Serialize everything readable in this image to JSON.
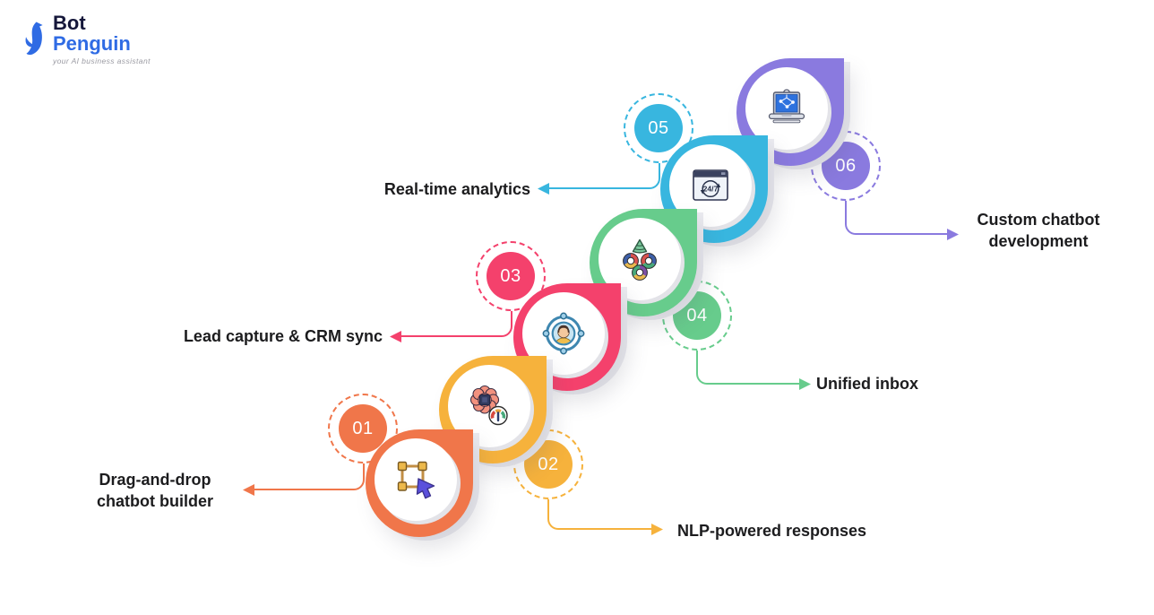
{
  "logo": {
    "bot": "Bot",
    "penguin": "Penguin",
    "tagline": "your AI business assistant",
    "brand_blue": "#2F6BE4",
    "brand_dark": "#15173A"
  },
  "steps": [
    {
      "number": "01",
      "label": "Drag-and-drop chatbot builder",
      "label_lines": [
        "Drag-and-drop",
        "chatbot builder"
      ],
      "color": "#F0764A",
      "icon": "drag-select-cursor-icon",
      "label_side": "left"
    },
    {
      "number": "02",
      "label": "NLP-powered responses",
      "label_lines": [
        "NLP-powered responses"
      ],
      "color": "#F6B23C",
      "icon": "nlp-flower-gauge-icon",
      "label_side": "right"
    },
    {
      "number": "03",
      "label": "Lead capture & CRM sync",
      "label_lines": [
        "Lead capture & CRM sync"
      ],
      "color": "#F4416C",
      "icon": "lead-target-person-icon",
      "label_side": "left"
    },
    {
      "number": "04",
      "label": "Unified inbox",
      "label_lines": [
        "Unified inbox"
      ],
      "color": "#67CC8C",
      "icon": "unified-inbox-rings-icon",
      "label_side": "right"
    },
    {
      "number": "05",
      "label": "Real-time analytics",
      "label_lines": [
        "Real-time analytics"
      ],
      "color": "#38B6DF",
      "icon": "real-time-24-7-icon",
      "label_side": "left"
    },
    {
      "number": "06",
      "label": "Custom chatbot development",
      "label_lines": [
        "Custom chatbot",
        "development"
      ],
      "color": "#8A7ADF",
      "icon": "custom-dev-laptop-icon",
      "label_side": "right"
    }
  ],
  "text_color": "#1C1C1E",
  "background": "#FFFFFF"
}
